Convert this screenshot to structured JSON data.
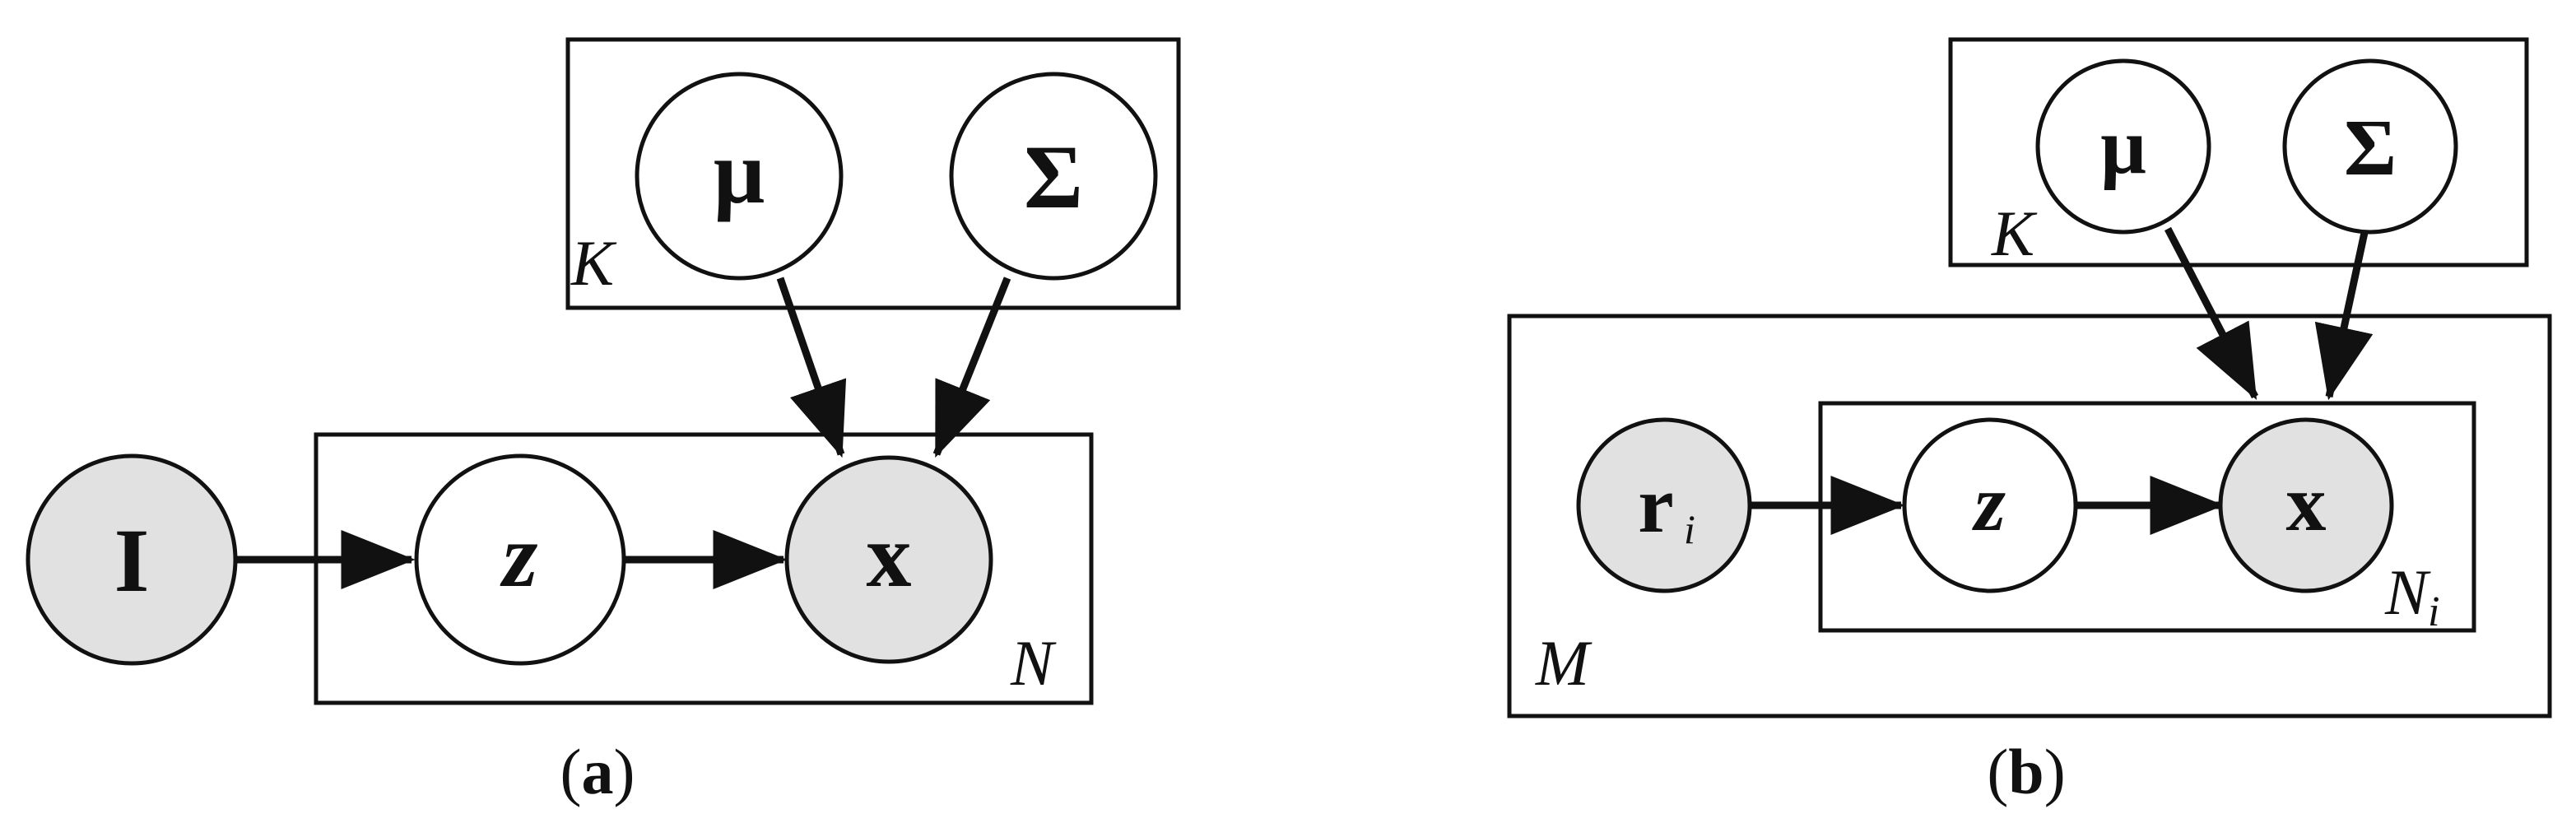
{
  "colors": {
    "line": "#111111",
    "observed_fill": "#e1e1e1",
    "latent_fill": "#ffffff"
  },
  "diagrams": [
    {
      "id": "a",
      "caption_letter": "a",
      "plates": [
        {
          "id": "K",
          "label": "K"
        },
        {
          "id": "N",
          "label": "N",
          "label_sub": ""
        }
      ],
      "nodes": [
        {
          "id": "mu",
          "symbol": "μ",
          "observed": false
        },
        {
          "id": "sigma",
          "symbol": "Σ",
          "observed": false
        },
        {
          "id": "I",
          "symbol": "I",
          "observed": true
        },
        {
          "id": "z",
          "symbol": "z",
          "observed": false
        },
        {
          "id": "x",
          "symbol": "x",
          "observed": true
        }
      ],
      "edges": [
        [
          "mu",
          "x"
        ],
        [
          "sigma",
          "x"
        ],
        [
          "I",
          "z"
        ],
        [
          "z",
          "x"
        ]
      ]
    },
    {
      "id": "b",
      "caption_letter": "b",
      "plates": [
        {
          "id": "K",
          "label": "K"
        },
        {
          "id": "M",
          "label": "M"
        },
        {
          "id": "Ni",
          "label": "N",
          "label_sub": "i"
        }
      ],
      "nodes": [
        {
          "id": "mu",
          "symbol": "μ",
          "observed": false
        },
        {
          "id": "sigma",
          "symbol": "Σ",
          "observed": false
        },
        {
          "id": "r",
          "symbol": "r",
          "symbol_sub": "i",
          "observed": true
        },
        {
          "id": "z",
          "symbol": "z",
          "observed": false
        },
        {
          "id": "x",
          "symbol": "x",
          "observed": true
        }
      ],
      "edges": [
        [
          "mu",
          "x"
        ],
        [
          "sigma",
          "x"
        ],
        [
          "r",
          "z"
        ],
        [
          "z",
          "x"
        ]
      ]
    }
  ]
}
